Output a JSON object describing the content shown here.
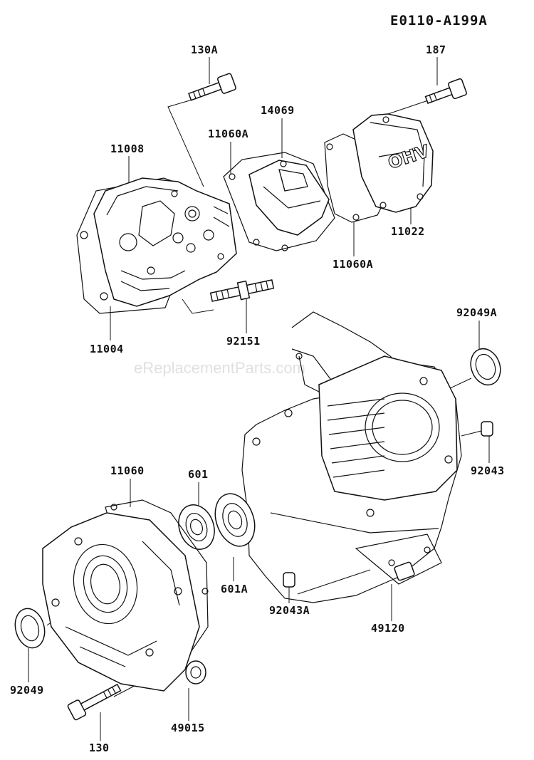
{
  "diagram": {
    "code": "E0110-A199A",
    "watermark": "eReplacementParts.com",
    "labels": {
      "p130A": "130A",
      "p187": "187",
      "p14069": "14069",
      "p11060A_top": "11060A",
      "p11008": "11008",
      "p11022": "11022",
      "p11060A_right": "11060A",
      "p92151": "92151",
      "p11004": "11004",
      "p92049A": "92049A",
      "p92043": "92043",
      "p11060": "11060",
      "p601": "601",
      "p601A": "601A",
      "p92043A": "92043A",
      "p49120": "49120",
      "p92049": "92049",
      "p49015": "49015",
      "p130": "130"
    }
  }
}
